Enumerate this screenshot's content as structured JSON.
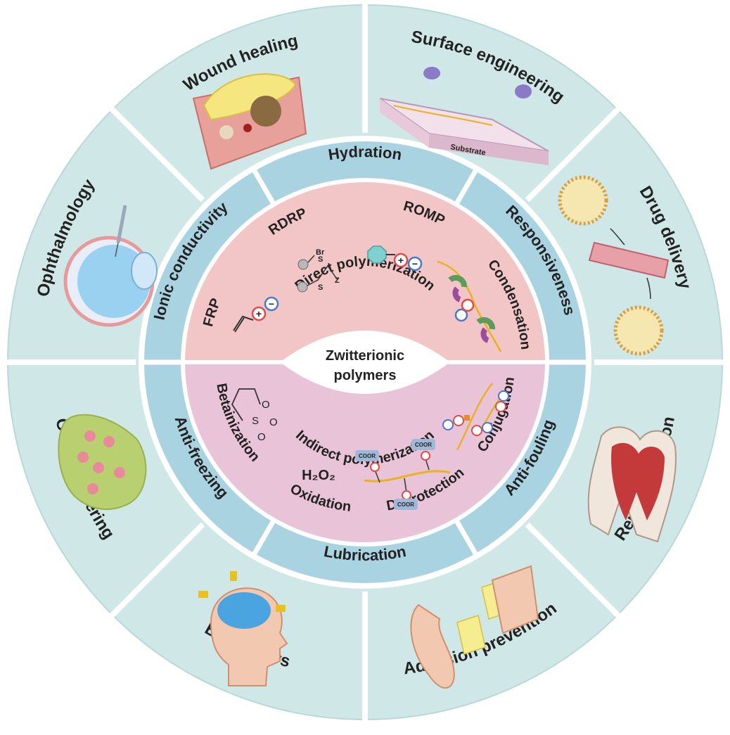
{
  "center": {
    "line1": "Zwitterionic",
    "line2": "polymers"
  },
  "synthesis": {
    "direct": {
      "title": "Direct polymerization",
      "methods": [
        "FRP",
        "RDRP",
        "ROMP",
        "Condensation"
      ]
    },
    "indirect": {
      "title": "Indirect polymerization",
      "methods": [
        "Betainization",
        "Oxidation",
        "Deprotection",
        "Conjugation"
      ]
    },
    "h2o2": "H₂O₂"
  },
  "properties": [
    "Hydration",
    "Responsiveness",
    "Anti-fouling",
    "Lubrication",
    "Anti-freezing",
    "Ionic conductivity"
  ],
  "applications": [
    "Wound healing",
    "Surface engineering",
    "Drug delivery",
    "Remineralization",
    "Adhesion prevention",
    "Biosensors",
    "Cell engineering",
    "Ophthalmology"
  ],
  "illustration_labels": {
    "substrate": "Substrate",
    "coor": "COOR",
    "br": "Br",
    "s": "S",
    "z": "Z",
    "o": "O"
  },
  "colors": {
    "outer_ring": "#cfe7e6",
    "property_ring": "#a9d3e0",
    "direct_half": "#f2c6c6",
    "indirect_half": "#e9c4d8",
    "center": "#ffffff",
    "plus": "#e24a4a",
    "minus": "#4a78c8"
  }
}
